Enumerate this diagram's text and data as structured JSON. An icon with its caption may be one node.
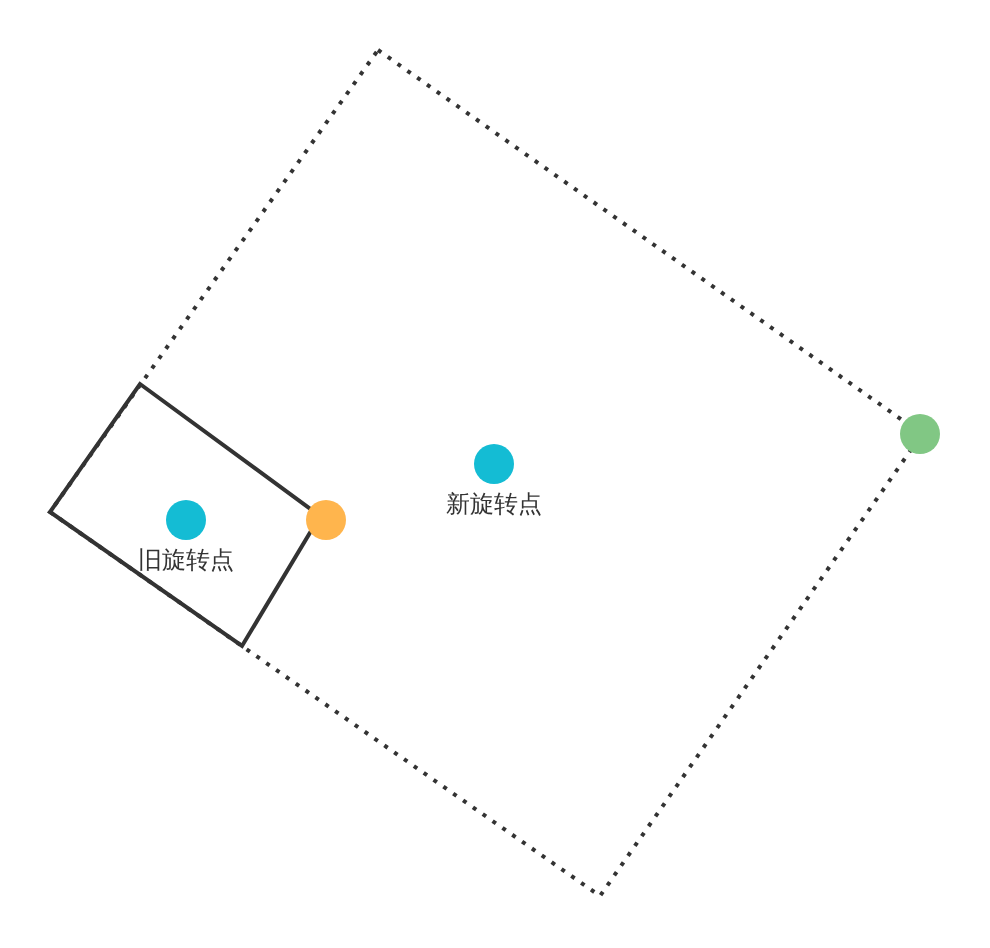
{
  "diagram": {
    "nodes": [
      {
        "text": [],
        "shape": "box"
      },
      {
        "text": [],
        "shape": "box",
        "in": 0
      },
      {
        "text": [
          "旧旋转点"
        ],
        "in": 1
      },
      {
        "text": [],
        "shape": "circle",
        "in": 0
      },
      {
        "text": [
          "新旋转点"
        ],
        "in": 0
      },
      {
        "text": [],
        "shape": "circle"
      }
    ],
    "edges": []
  }
}
